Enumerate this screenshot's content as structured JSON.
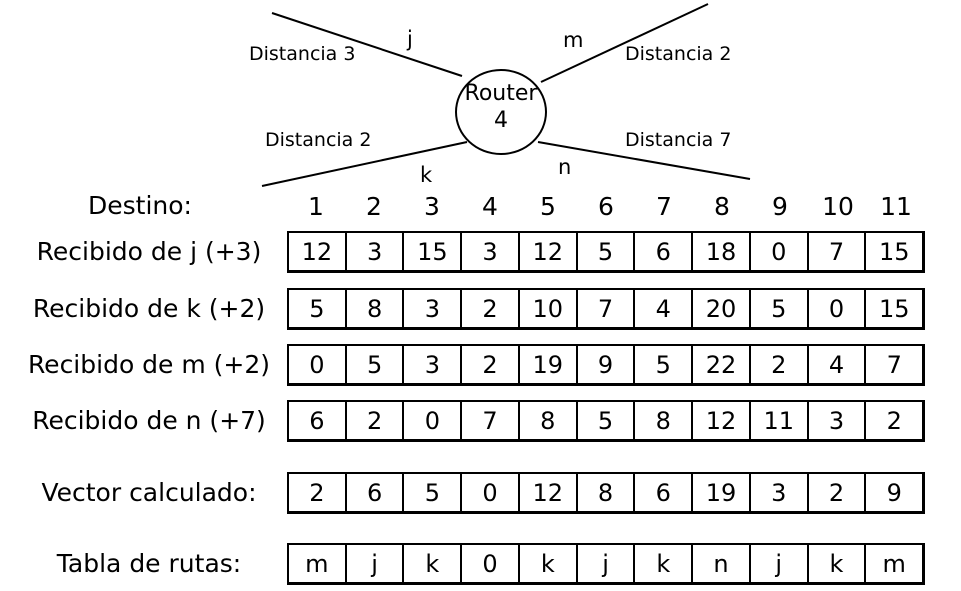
{
  "diagram": {
    "router_line1": "Router",
    "router_line2": "4",
    "links": {
      "j": {
        "label": "j",
        "distance": "Distancia 3"
      },
      "m": {
        "label": "m",
        "distance": "Distancia 2"
      },
      "k": {
        "label": "k",
        "distance": "Distancia 2"
      },
      "n": {
        "label": "n",
        "distance": "Distancia 7"
      }
    }
  },
  "table": {
    "destino_label": "Destino:",
    "destinations": [
      "1",
      "2",
      "3",
      "4",
      "5",
      "6",
      "7",
      "8",
      "9",
      "10",
      "11"
    ],
    "rows": [
      {
        "label": "Recibido de j  (+3)",
        "values": [
          "12",
          "3",
          "15",
          "3",
          "12",
          "5",
          "6",
          "18",
          "0",
          "7",
          "15"
        ]
      },
      {
        "label": "Recibido de k (+2)",
        "values": [
          "5",
          "8",
          "3",
          "2",
          "10",
          "7",
          "4",
          "20",
          "5",
          "0",
          "15"
        ]
      },
      {
        "label": "Recibido de m (+2)",
        "values": [
          "0",
          "5",
          "3",
          "2",
          "19",
          "9",
          "5",
          "22",
          "2",
          "4",
          "7"
        ]
      },
      {
        "label": "Recibido de n (+7)",
        "values": [
          "6",
          "2",
          "0",
          "7",
          "8",
          "5",
          "8",
          "12",
          "11",
          "3",
          "2"
        ]
      },
      {
        "label": "Vector calculado:",
        "values": [
          "2",
          "6",
          "5",
          "0",
          "12",
          "8",
          "6",
          "19",
          "3",
          "2",
          "9"
        ]
      },
      {
        "label": "Tabla de rutas:",
        "values": [
          "m",
          "j",
          "k",
          "0",
          "k",
          "j",
          "k",
          "n",
          "j",
          "k",
          "m"
        ]
      }
    ]
  }
}
